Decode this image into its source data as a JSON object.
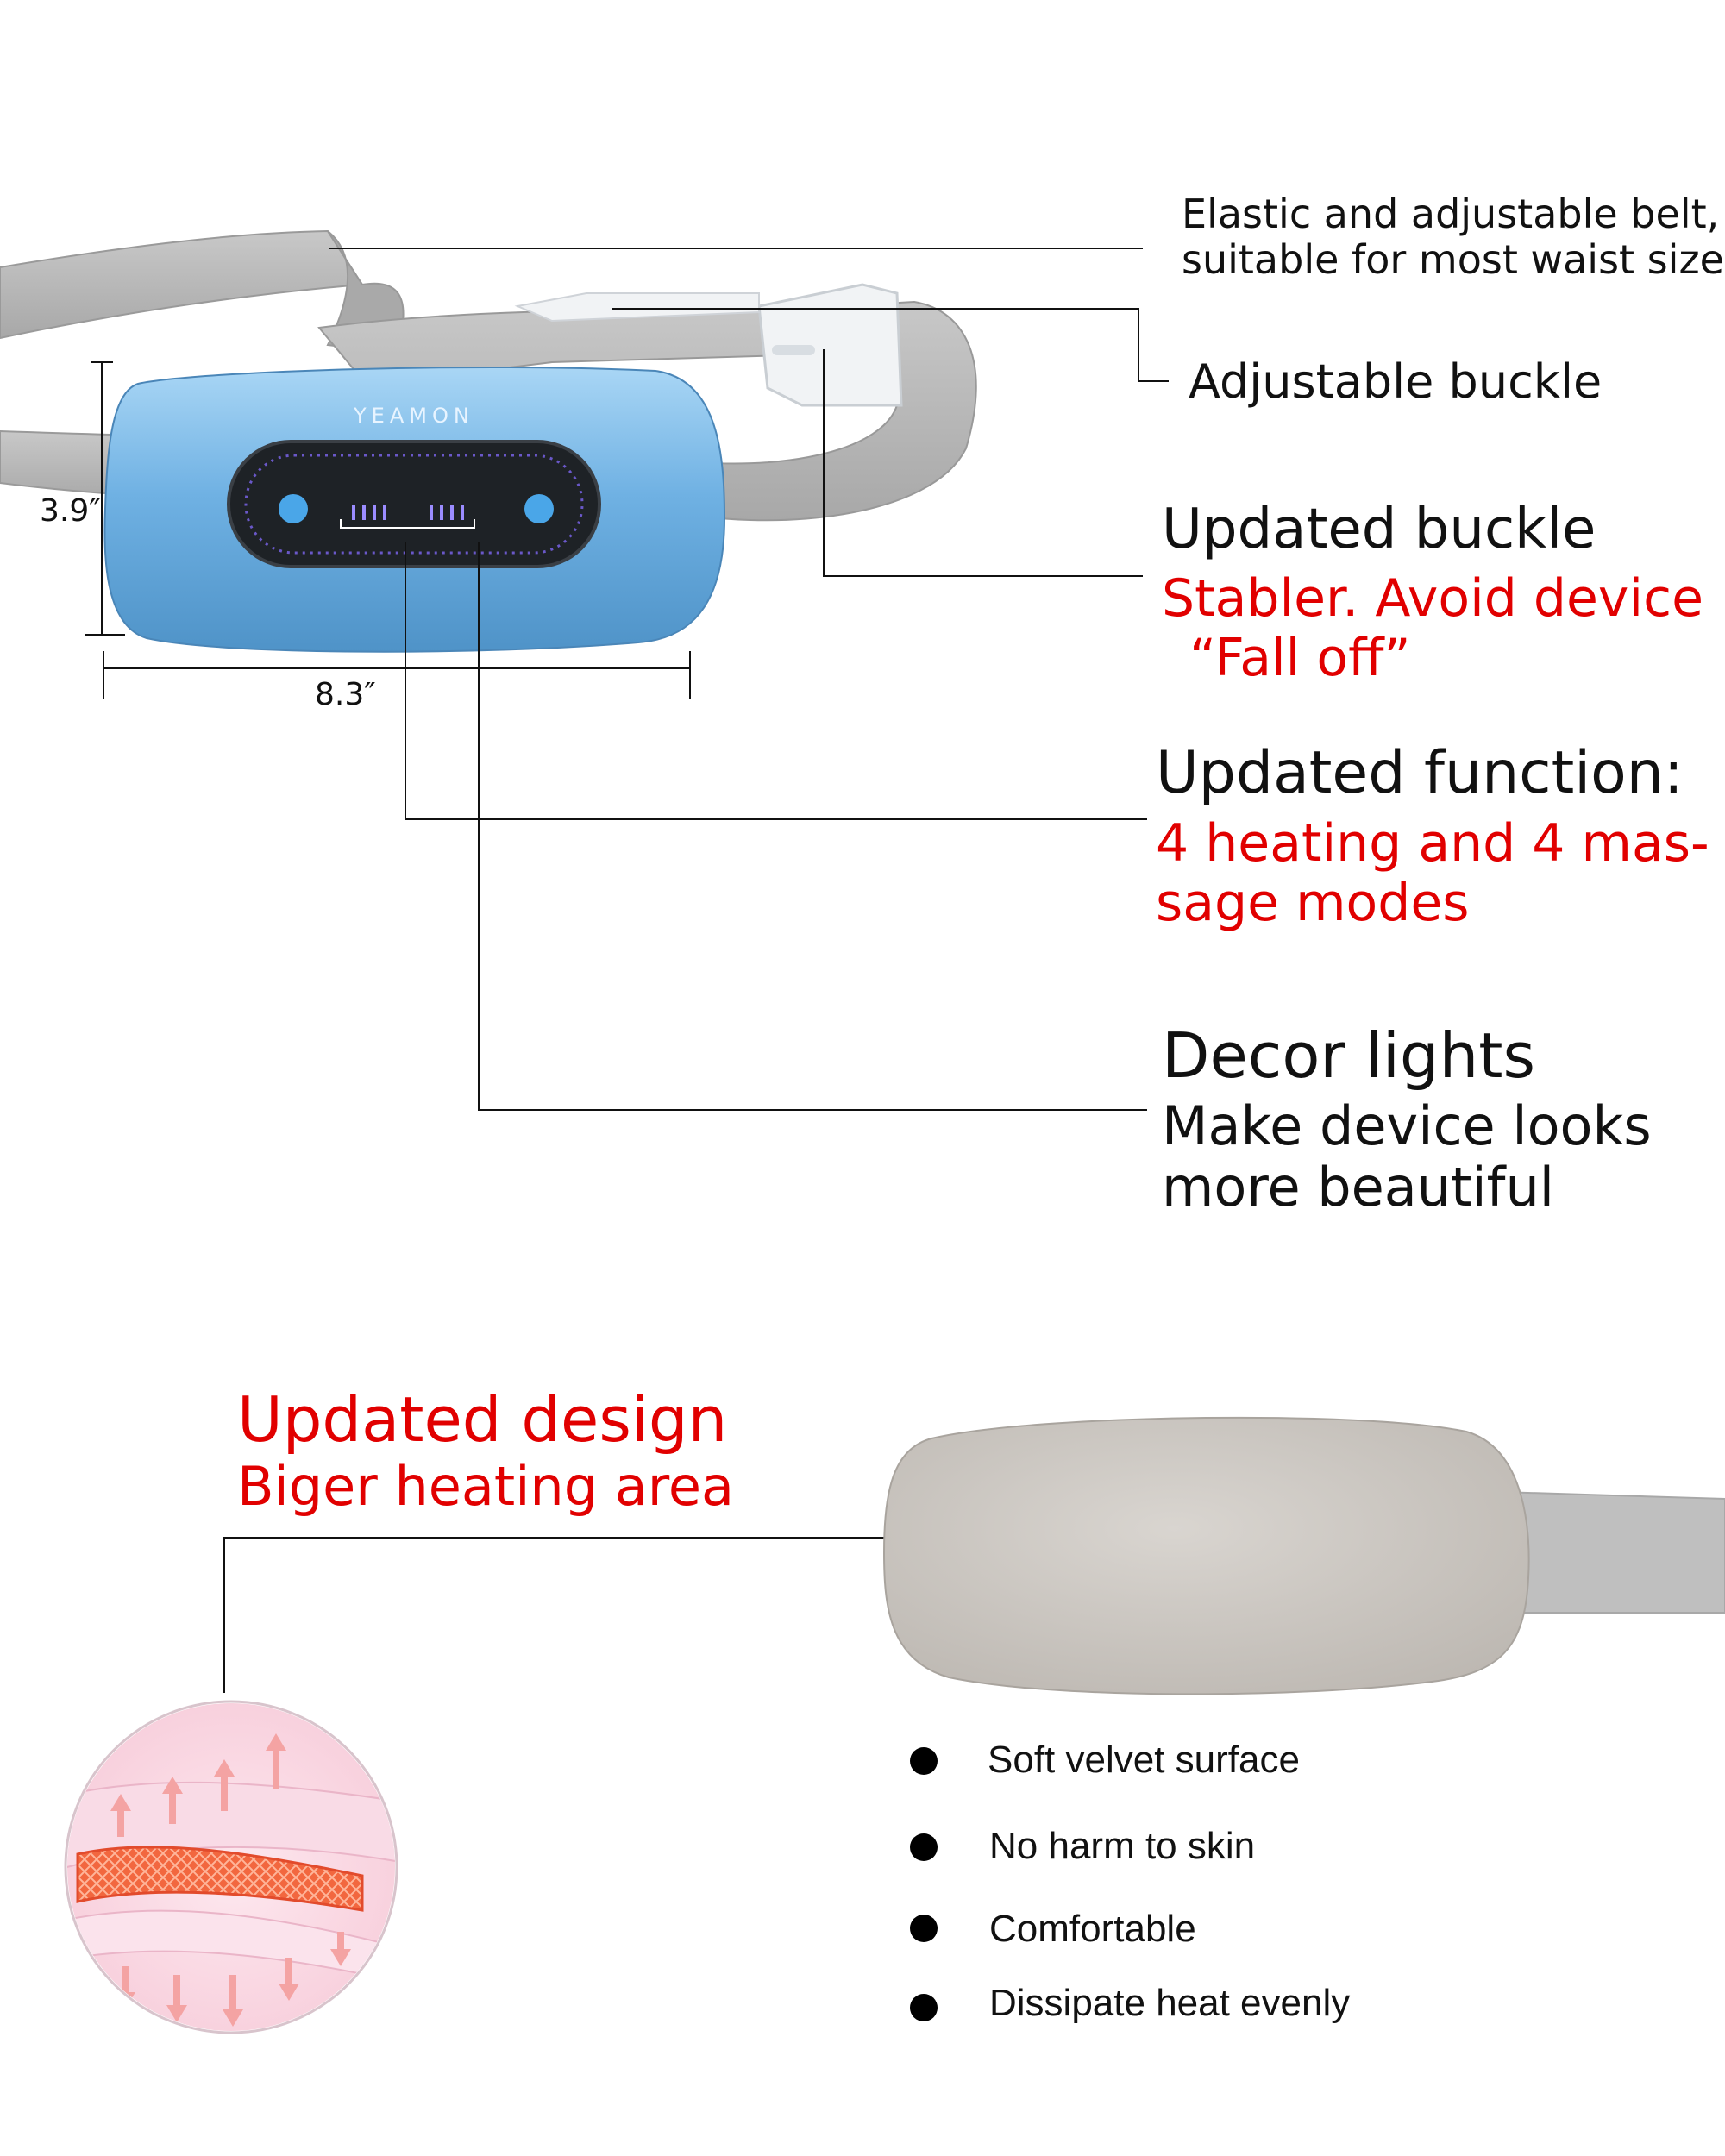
{
  "device": {
    "brand": "YEAMON"
  },
  "dimensions": {
    "height": "3.9″",
    "width": "8.3″"
  },
  "callouts": {
    "belt": {
      "line1": "Elastic and adjustable belt,",
      "line2": "suitable for most waist size."
    },
    "buckle": {
      "title": "Adjustable buckle"
    },
    "updated_buckle": {
      "title": "Updated buckle",
      "red1": "Stabler. Avoid device",
      "red2": "“Fall off”"
    },
    "updated_function": {
      "title": "Updated function:",
      "red1": "4 heating and 4 mas-",
      "red2": "sage modes"
    },
    "decor": {
      "title": "Decor lights",
      "line1": "Make device looks",
      "line2": "more beautiful"
    }
  },
  "design": {
    "title": "Updated design",
    "subtitle": "Biger heating area"
  },
  "features": [
    {
      "label": "Soft velvet surface"
    },
    {
      "label": "No harm to skin"
    },
    {
      "label": "Comfortable"
    },
    {
      "label": "Dissipate heat evenly"
    }
  ],
  "colors": {
    "device_blue": "#6fb1e3",
    "belt_gray": "#b5b5b5",
    "accent_red": "#e10000",
    "velvet_gray": "#cfcbc6"
  }
}
